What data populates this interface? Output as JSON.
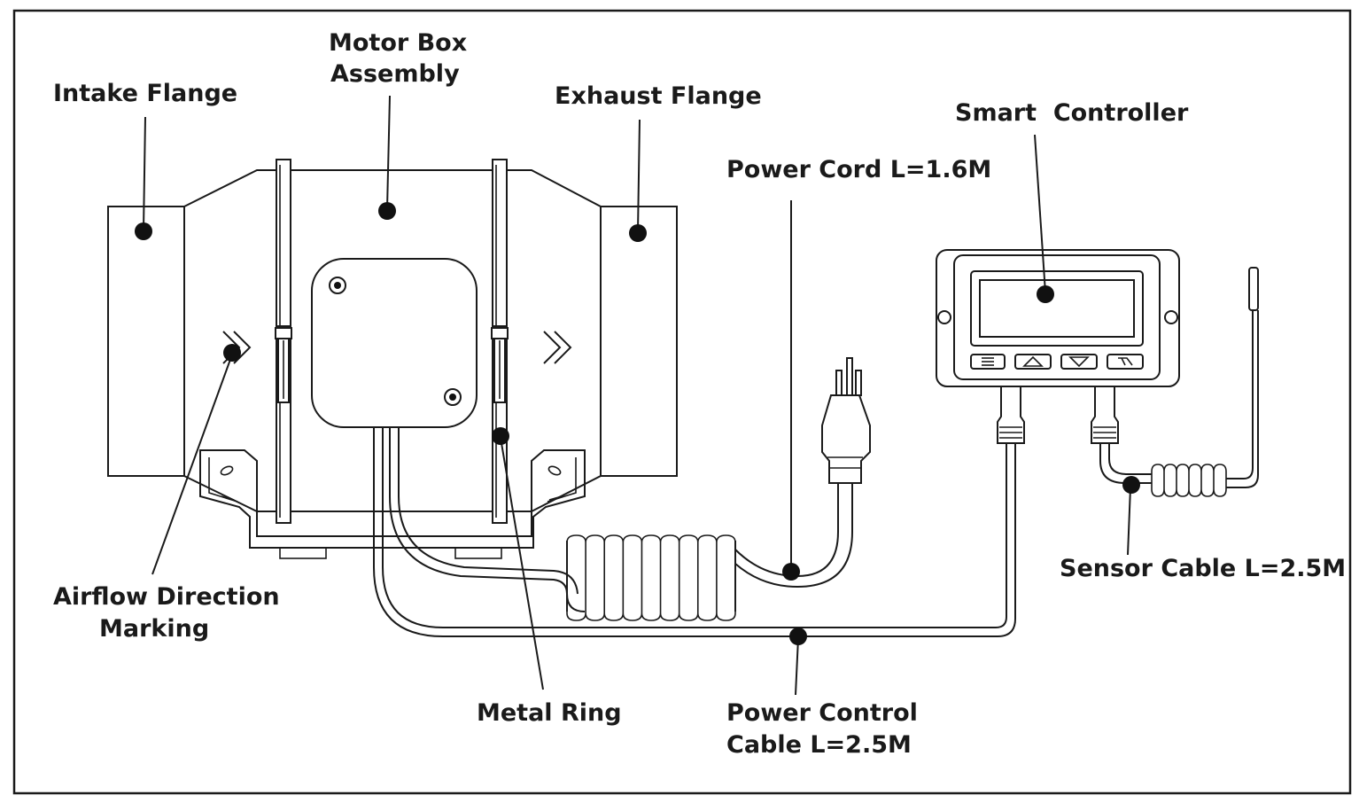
{
  "labels": {
    "intake_flange": "Intake Flange",
    "motor_box_line1": "Motor Box",
    "motor_box_line2": "Assembly",
    "exhaust_flange": "Exhaust Flange",
    "smart_controller": "Smart  Controller",
    "power_cord": "Power Cord L=1.6M",
    "sensor_cable": "Sensor Cable L=2.5M",
    "airflow_line1": "Airflow Direction",
    "airflow_line2": "Marking",
    "metal_ring": "Metal Ring",
    "power_control_line1": "Power Control",
    "power_control_line2": "Cable L=2.5M"
  },
  "controller": {
    "buttons": [
      "menu-icon",
      "arrow-up-icon",
      "arrow-down-icon",
      "wrench-icon"
    ]
  },
  "colors": {
    "ink": "#1a1a1a",
    "background": "#ffffff"
  }
}
